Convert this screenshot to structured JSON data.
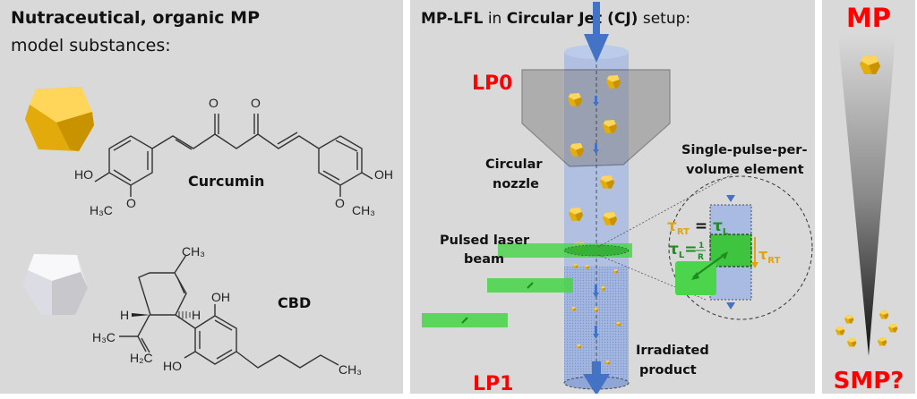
{
  "panel_left": {
    "title_bold": "Nutraceutical, organic MP",
    "title_regular": "model substances:",
    "substances": [
      {
        "name": "Curcumin",
        "particle_color": "#e3ad0c",
        "labels": {
          "ho": "HO",
          "oh": "OH",
          "o1": "O",
          "o2": "O",
          "ome_left_o": "O",
          "ome_right_o": "O",
          "h3c": "H₃C",
          "ch3": "CH₃"
        }
      },
      {
        "name": "CBD",
        "particle_color": "#e8e8ee",
        "labels": {
          "ch3_top": "CH₃",
          "oh_top": "OH",
          "ho_bottom": "HO",
          "h_left": "H",
          "h_right": "H",
          "h3c": "H₃C",
          "h2c": "H₂C",
          "ch3_tail": "CH₃"
        }
      }
    ]
  },
  "panel_middle": {
    "title_parts": [
      {
        "text": "MP-LFL",
        "bold": true
      },
      {
        "text": " in ",
        "bold": false
      },
      {
        "text": "Circular Jet (CJ)",
        "bold": true
      },
      {
        "text": " setup:",
        "bold": false
      }
    ],
    "inlet_label": "LP0",
    "outlet_label": "LP1",
    "nozzle_label": [
      "Circular",
      "nozzle"
    ],
    "laser_label": [
      "Pulsed laser",
      "beam"
    ],
    "product_label": [
      "Irradiated",
      "product"
    ],
    "inset_title": [
      "Single-pulse-per-",
      "volume element"
    ],
    "equation_1": {
      "lhs": "τ",
      "lhs_sub": "RT",
      "eq": " = ",
      "rhs": "τ",
      "rhs_sub": "L"
    },
    "equation_2": {
      "lhs": "τ",
      "lhs_sub": "L",
      "eq": "=",
      "num": "1",
      "den": "R"
    },
    "residence_label": {
      "sym": "τ",
      "sub": "RT"
    },
    "colors": {
      "accent_red": "#ff0000",
      "tau_rt": "#e3a30c",
      "tau_l": "#1e8c1e",
      "laser_green": "#4cd44c",
      "jet_blue": "#8fa6d6",
      "arrow_blue": "#4472c4"
    }
  },
  "panel_right": {
    "top_label": "MP",
    "bottom_label": "SMP?"
  }
}
